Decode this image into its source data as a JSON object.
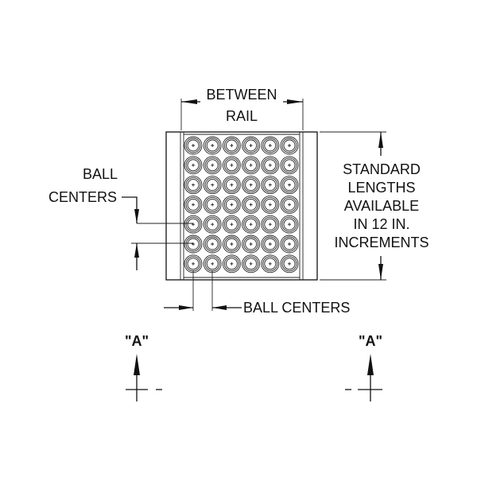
{
  "labels": {
    "between": "BETWEEN",
    "rail": "RAIL",
    "standard_lines": [
      "STANDARD",
      "LENGTHS",
      "AVAILABLE",
      "IN 12 IN.",
      "INCREMENTS"
    ],
    "ball_left_1": "BALL",
    "ball_left_2": "CENTERS",
    "ball_centers_bottom": "BALL CENTERS",
    "section_left": "\"A\"",
    "section_right": "\"A\""
  },
  "grid": {
    "columns": 6,
    "rows": 7
  },
  "colors": {
    "line": "#111111",
    "background": "#ffffff"
  }
}
